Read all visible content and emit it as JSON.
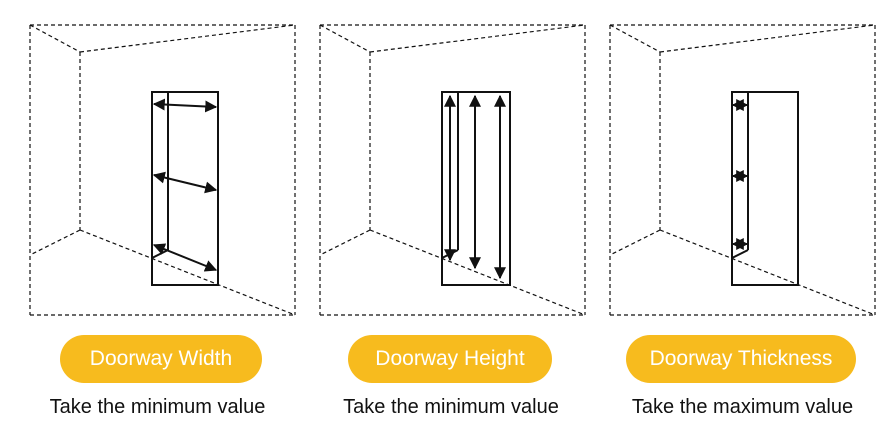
{
  "panels": [
    {
      "label": "Doorway Width",
      "caption": "Take the minimum value",
      "icon": "doorway-width-measurement-icon"
    },
    {
      "label": "Doorway Height",
      "caption": "Take the minimum value",
      "icon": "doorway-height-measurement-icon"
    },
    {
      "label": "Doorway Thickness",
      "caption": "Take the maximum value",
      "icon": "doorway-thickness-measurement-icon"
    }
  ],
  "colors": {
    "pill": "#f7bb1e",
    "pill_text": "#ffffff",
    "line": "#111111"
  }
}
